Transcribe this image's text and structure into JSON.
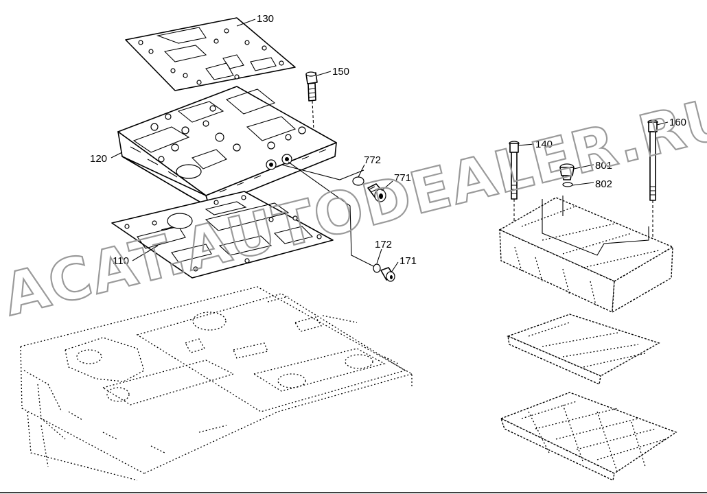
{
  "watermark": "ACAT.AUTODEALER.RU",
  "callouts": [
    {
      "id": "130",
      "label": "130"
    },
    {
      "id": "150",
      "label": "150"
    },
    {
      "id": "120",
      "label": "120"
    },
    {
      "id": "772",
      "label": "772"
    },
    {
      "id": "771",
      "label": "771"
    },
    {
      "id": "110",
      "label": "110"
    },
    {
      "id": "172",
      "label": "172"
    },
    {
      "id": "171",
      "label": "171"
    },
    {
      "id": "140",
      "label": "140"
    },
    {
      "id": "160",
      "label": "160"
    },
    {
      "id": "801",
      "label": "801"
    },
    {
      "id": "802",
      "label": "802"
    }
  ]
}
